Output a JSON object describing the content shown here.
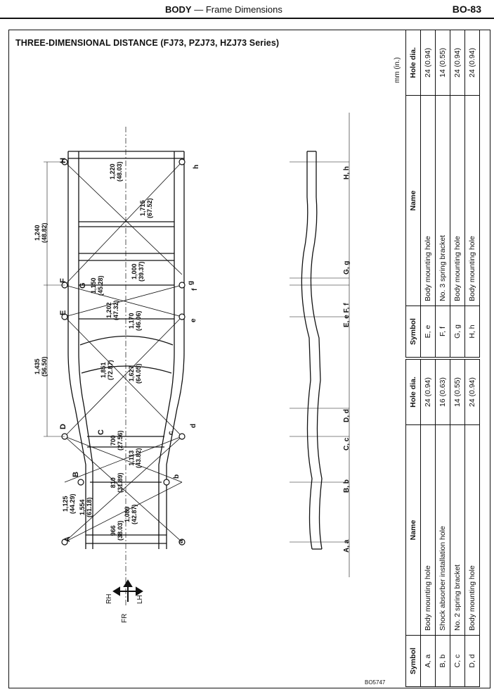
{
  "header": {
    "section": "BODY",
    "separator": "—",
    "topic": "Frame Dimensions",
    "page": "BO-83"
  },
  "diagram": {
    "title": "THREE-DIMENSIONAL DISTANCE (FJ73, PZJ73, HZJ73 Series)",
    "figure_code": "BO5747",
    "units": "mm (in.)",
    "direction": {
      "rh": "RH",
      "lh": "LH",
      "fr": "FR"
    },
    "points_left": [
      "H",
      "G",
      "F",
      "E",
      "D",
      "C",
      "B",
      "A"
    ],
    "points_right": [
      "h",
      "g",
      "f",
      "e",
      "d",
      "c",
      "b",
      "a"
    ],
    "side_labels": [
      "H, h",
      "G, g",
      "E, e F, f",
      "D, d",
      "C, c",
      "B, b",
      "A, a"
    ],
    "dimensions": [
      {
        "value": "1,240",
        "inch": "(48.82)"
      },
      {
        "value": "1,435",
        "inch": "(56.50)"
      },
      {
        "value": "1,125",
        "inch": "(44.29)"
      },
      {
        "value": "1,554",
        "inch": "(61.18)"
      },
      {
        "value": "966",
        "inch": "(38.03)"
      },
      {
        "value": "1,089",
        "inch": "(42.87)"
      },
      {
        "value": "810",
        "inch": "(31.89)"
      },
      {
        "value": "1,113",
        "inch": "(43.82)"
      },
      {
        "value": "700",
        "inch": "(27.56)"
      },
      {
        "value": "1,851",
        "inch": "(72.87)"
      },
      {
        "value": "1,627",
        "inch": "(64.05)"
      },
      {
        "value": "1,170",
        "inch": "(46.06)"
      },
      {
        "value": "1,202",
        "inch": "(47.32)"
      },
      {
        "value": "1,150",
        "inch": "(45.28)"
      },
      {
        "value": "1,000",
        "inch": "(39.37)"
      },
      {
        "value": "1,715",
        "inch": "(67.52)"
      },
      {
        "value": "1,220",
        "inch": "(48.03)"
      }
    ]
  },
  "table_upper": {
    "headers": [
      "Symbol",
      "Name",
      "Hole dia."
    ],
    "rows": [
      [
        "E, e",
        "Body mounting hole",
        "24 (0.94)"
      ],
      [
        "F, f",
        "No. 3 spring bracket",
        "14 (0.55)"
      ],
      [
        "G, g",
        "Body mounting hole",
        "24 (0.94)"
      ],
      [
        "H, h",
        "Body mounting hole",
        "24 (0.94)"
      ]
    ]
  },
  "table_lower": {
    "headers": [
      "Symbol",
      "Name",
      "Hole dia."
    ],
    "rows": [
      [
        "A, a",
        "Body mounting hole",
        "24 (0.94)"
      ],
      [
        "B, b",
        "Shock absorber installation hole",
        "16 (0.63)"
      ],
      [
        "C, c",
        "No. 2 spring bracket",
        "14 (0.55)"
      ],
      [
        "D, d",
        "Body mounting hole",
        "24 (0.94)"
      ]
    ]
  }
}
